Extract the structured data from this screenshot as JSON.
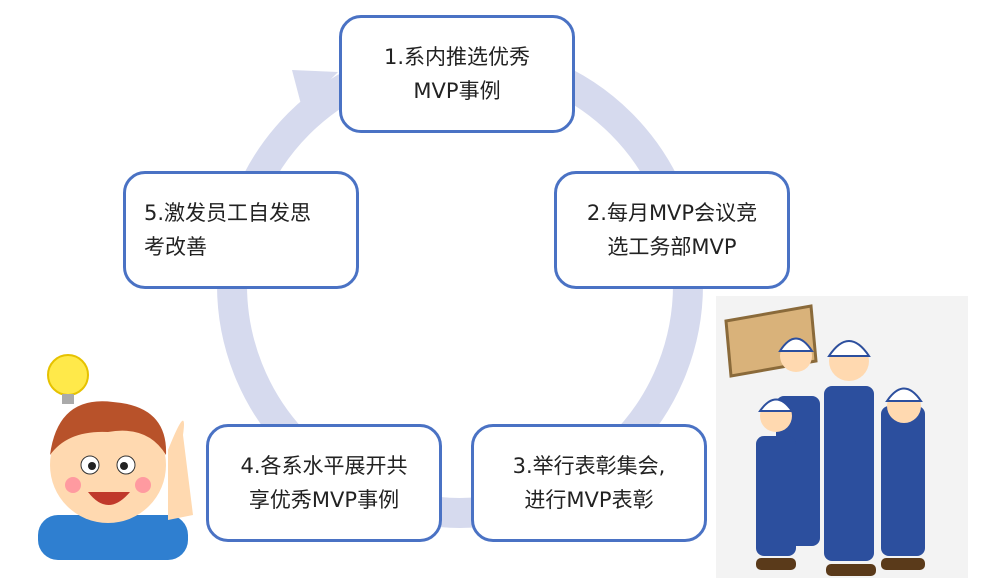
{
  "steps": [
    {
      "line1": "1.系内推选优秀",
      "line2": "MVP事例"
    },
    {
      "line1": "2.每月MVP会议竞",
      "line2": "选工务部MVP"
    },
    {
      "line1": "3.举行表彰集会,",
      "line2": "进行MVP表彰"
    },
    {
      "line1": "4.各系水平展开共",
      "line2": "享优秀MVP事例"
    },
    {
      "line1": "5.激发员工自发思",
      "line2": "考改善"
    }
  ],
  "colors": {
    "border": "#4a72c4",
    "ring": "#d6daee"
  }
}
